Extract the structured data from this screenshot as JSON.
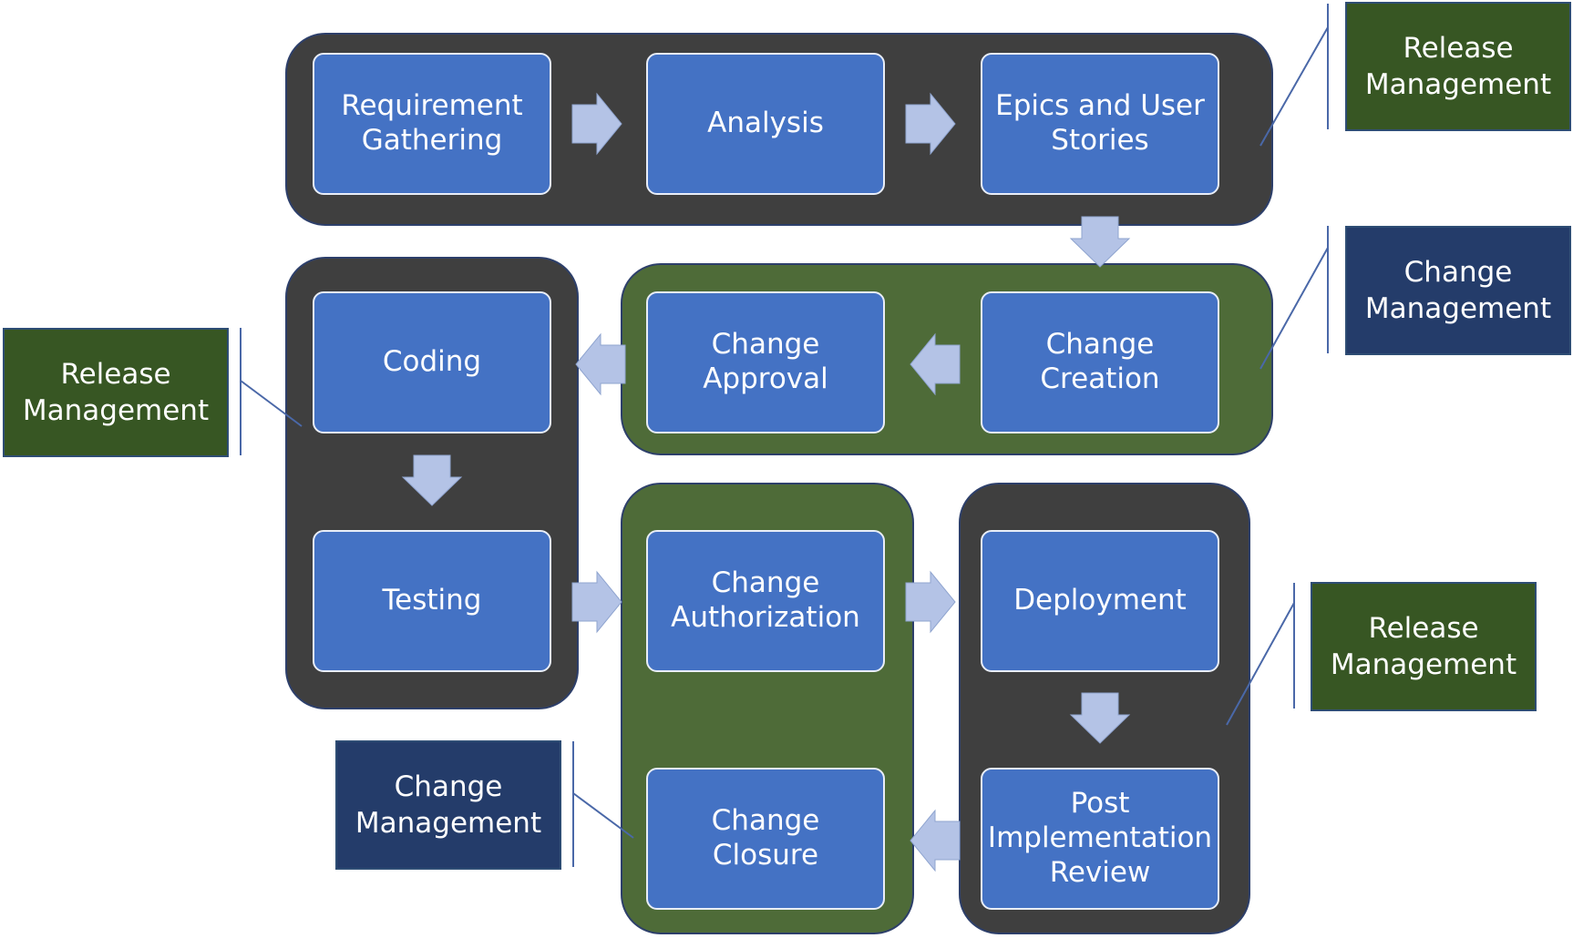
{
  "nodes": {
    "requirement_gathering": "Requirement\nGathering",
    "analysis": "Analysis",
    "epics_user_stories": "Epics and User\nStories",
    "change_creation": "Change\nCreation",
    "change_approval": "Change\nApproval",
    "coding": "Coding",
    "testing": "Testing",
    "change_authorization": "Change\nAuthorization",
    "deployment": "Deployment",
    "post_implementation_review": "Post\nImplementation\nReview",
    "change_closure": "Change Closure"
  },
  "callouts": {
    "release_top_right": "Release\nManagement",
    "change_mid_right": "Change\nManagement",
    "release_left": "Release\nManagement",
    "release_bottom_right": "Release\nManagement",
    "change_bottom_left": "Change\nManagement"
  },
  "colors": {
    "node_fill": "#4472c4",
    "dark_group": "#3f3f3f",
    "green_group": "#4e6b38",
    "release_callout": "#375623",
    "change_callout": "#243c6a",
    "arrow": "#b4c3e6"
  }
}
